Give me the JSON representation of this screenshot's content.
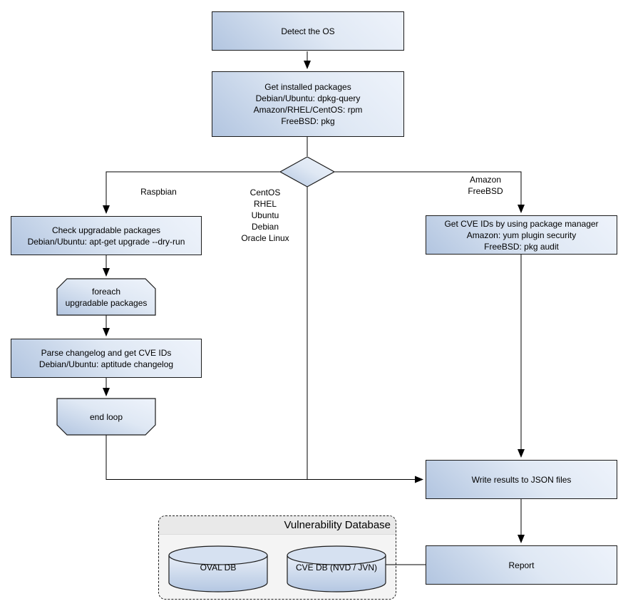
{
  "nodes": {
    "detect_os": {
      "lines": [
        "Detect the OS"
      ]
    },
    "get_installed": {
      "lines": [
        "Get installed packages",
        "Debian/Ubuntu: dpkg-query",
        "Amazon/RHEL/CentOS: rpm",
        "FreeBSD: pkg"
      ]
    },
    "check_upgradable": {
      "lines": [
        "Check upgradable packages",
        "Debian/Ubuntu: apt-get upgrade --dry-run"
      ]
    },
    "foreach_loop": {
      "lines": [
        "foreach",
        "upgradable packages"
      ]
    },
    "parse_changelog": {
      "lines": [
        "Parse changelog and get CVE IDs",
        "Debian/Ubuntu: aptitude changelog"
      ]
    },
    "end_loop": {
      "lines": [
        "end loop"
      ]
    },
    "get_cve_ids": {
      "lines": [
        "Get CVE IDs by using package manager",
        "Amazon: yum plugin security",
        "FreeBSD: pkg audit"
      ]
    },
    "write_results": {
      "lines": [
        "Write results to JSON files"
      ]
    },
    "report": {
      "lines": [
        "Report"
      ]
    }
  },
  "edge_labels": {
    "raspbian": "Raspbian",
    "os_list": {
      "lines": [
        "CentOS",
        "RHEL",
        "Ubuntu",
        "Debian",
        "Oracle Linux"
      ]
    },
    "amazon_freebsd": {
      "lines": [
        "Amazon",
        "FreeBSD"
      ]
    }
  },
  "database": {
    "title": "Vulnerability Database",
    "cylinders": [
      {
        "label": "OVAL DB"
      },
      {
        "label": "CVE DB (NVD / JVN)"
      }
    ]
  },
  "colors": {
    "node_gradient_light": "#eef3fb",
    "node_gradient_dark": "#b2c5e0",
    "node_border": "#1b1b1b",
    "connector": "#000000",
    "container_fill": "#f4f4f4",
    "container_header": "#e9e9e9"
  }
}
